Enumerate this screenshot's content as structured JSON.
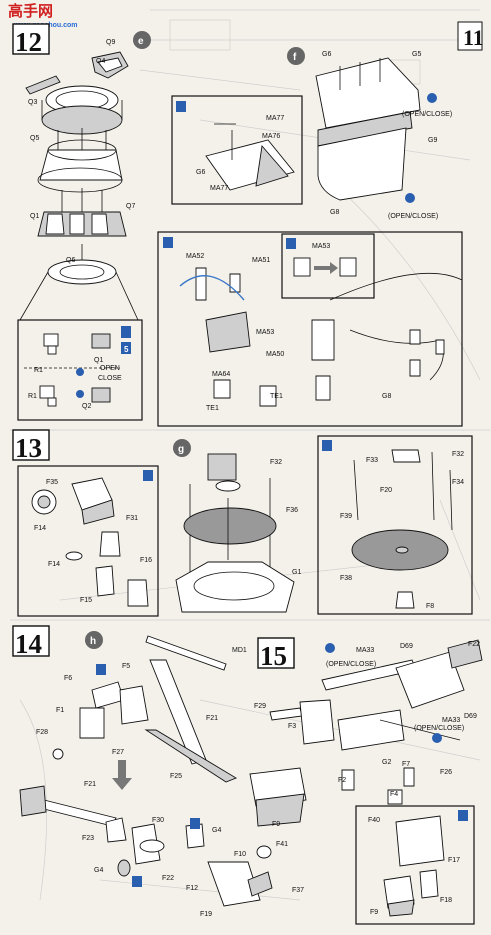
{
  "watermark": {
    "site_name": "高手网",
    "url": "www.gaoshou.com"
  },
  "steps": [
    {
      "number": "12",
      "sub_labels": [
        "e",
        "f"
      ]
    },
    {
      "number": "13",
      "sub_labels": [
        "g"
      ]
    },
    {
      "number": "14",
      "sub_labels": [
        "h"
      ]
    },
    {
      "number": "15",
      "sub_labels": []
    }
  ],
  "corner_marker": "11",
  "colors": {
    "ink": "#111111",
    "badge_blue": "#2a5fb0",
    "arrow_grey": "#777777",
    "paper": "#f4f1ea",
    "guide_blue": "#3a78c9"
  },
  "labels": {
    "s12": {
      "Q9": "Q9",
      "Q4": "Q4",
      "Q3": "Q3",
      "Q5": "Q5",
      "Q7": "Q7",
      "Q1": "Q1",
      "Q6": "Q6",
      "box_R1a": "R1",
      "box_Q1": "Q1",
      "box_R1b": "R1",
      "box_Q2": "Q2",
      "open": "OPEN",
      "close": "CLOSE",
      "badge_5": "5",
      "G6a": "G6",
      "G5": "G5",
      "MA77a": "MA77",
      "MA76": "MA76",
      "G6b": "G6",
      "MA77b": "MA77",
      "openclose": "(OPEN/CLOSE)",
      "G9": "G9",
      "G8a": "G8",
      "openclose2": "(OPEN/CLOSE)",
      "MA52": "MA52",
      "MA51": "MA51",
      "MA53a": "MA53",
      "MA53b": "MA53",
      "MA50": "MA50",
      "MA64": "MA64",
      "TE1a": "TE1",
      "TE1b": "TE1",
      "G8b": "G8"
    },
    "s13": {
      "F35": "F35",
      "F14a": "F14",
      "F14b": "F14",
      "F31": "F31",
      "F16": "F16",
      "F15": "F15",
      "F32a": "F32",
      "F36": "F36",
      "G1": "G1",
      "F33": "F33",
      "F32b": "F32",
      "F20": "F20",
      "F34": "F34",
      "F39": "F39",
      "F38": "F38",
      "F8": "F8"
    },
    "s14": {
      "MD1": "MD1",
      "F6": "F6",
      "F5": "F5",
      "F1": "F1",
      "F28": "F28",
      "F27": "F27",
      "F21a": "F21",
      "F25": "F25",
      "F21b": "F21",
      "F23": "F23",
      "F30": "F30",
      "G4a": "G4",
      "G4b": "G4",
      "F22": "F22",
      "F10": "F10",
      "F41": "F41",
      "F12": "F12",
      "F37": "F37",
      "F19": "F19"
    },
    "s15": {
      "MA33a": "MA33",
      "D69a": "D69",
      "F22": "F22",
      "openclose": "(OPEN/CLOSE)",
      "D69b": "D69",
      "F29": "F29",
      "F3": "F3",
      "MA33b": "MA33",
      "openclose2": "(OPEN/CLOSE)",
      "G2": "G2",
      "F2": "F2",
      "F7": "F7",
      "F26": "F26",
      "F4": "F4",
      "F9a": "F9",
      "F40": "F40",
      "F17": "F17",
      "F9b": "F9",
      "F18": "F18"
    }
  }
}
